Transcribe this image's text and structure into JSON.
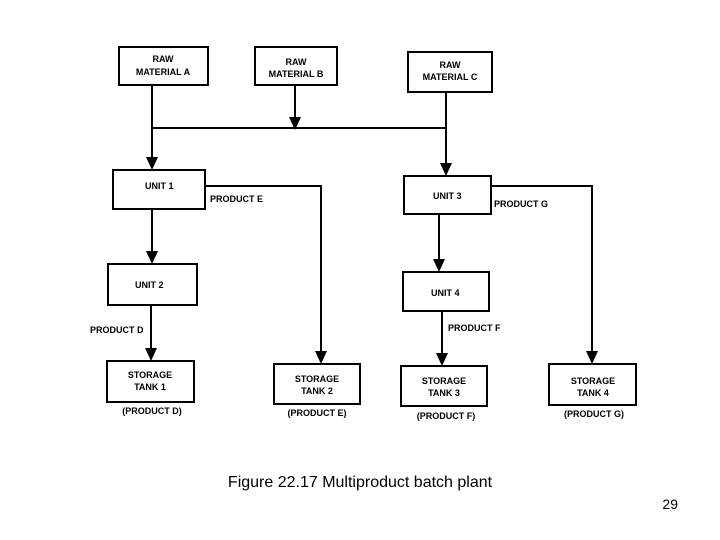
{
  "boxes": {
    "raw_a": [
      "RAW",
      "MATERIAL A"
    ],
    "raw_b": [
      "RAW",
      "MATERIAL B"
    ],
    "raw_c": [
      "RAW",
      "MATERIAL C"
    ],
    "unit1": "UNIT 1",
    "unit2": "UNIT 2",
    "unit3": "UNIT 3",
    "unit4": "UNIT 4",
    "tank1": [
      "STORAGE",
      "TANK 1"
    ],
    "tank2": [
      "STORAGE",
      "TANK 2"
    ],
    "tank3": [
      "STORAGE",
      "TANK 3"
    ],
    "tank4": [
      "STORAGE",
      "TANK 4"
    ]
  },
  "stream_labels": {
    "product_e": "PRODUCT E",
    "product_g": "PRODUCT G",
    "product_d": "PRODUCT D",
    "product_f": "PRODUCT F"
  },
  "tank_labels": {
    "tank1": "(PRODUCT D)",
    "tank2": "(PRODUCT E)",
    "tank3": "(PRODUCT F)",
    "tank4": "(PRODUCT G)"
  },
  "caption": "Figure 22.17 Multiproduct batch plant",
  "page_number": "29"
}
